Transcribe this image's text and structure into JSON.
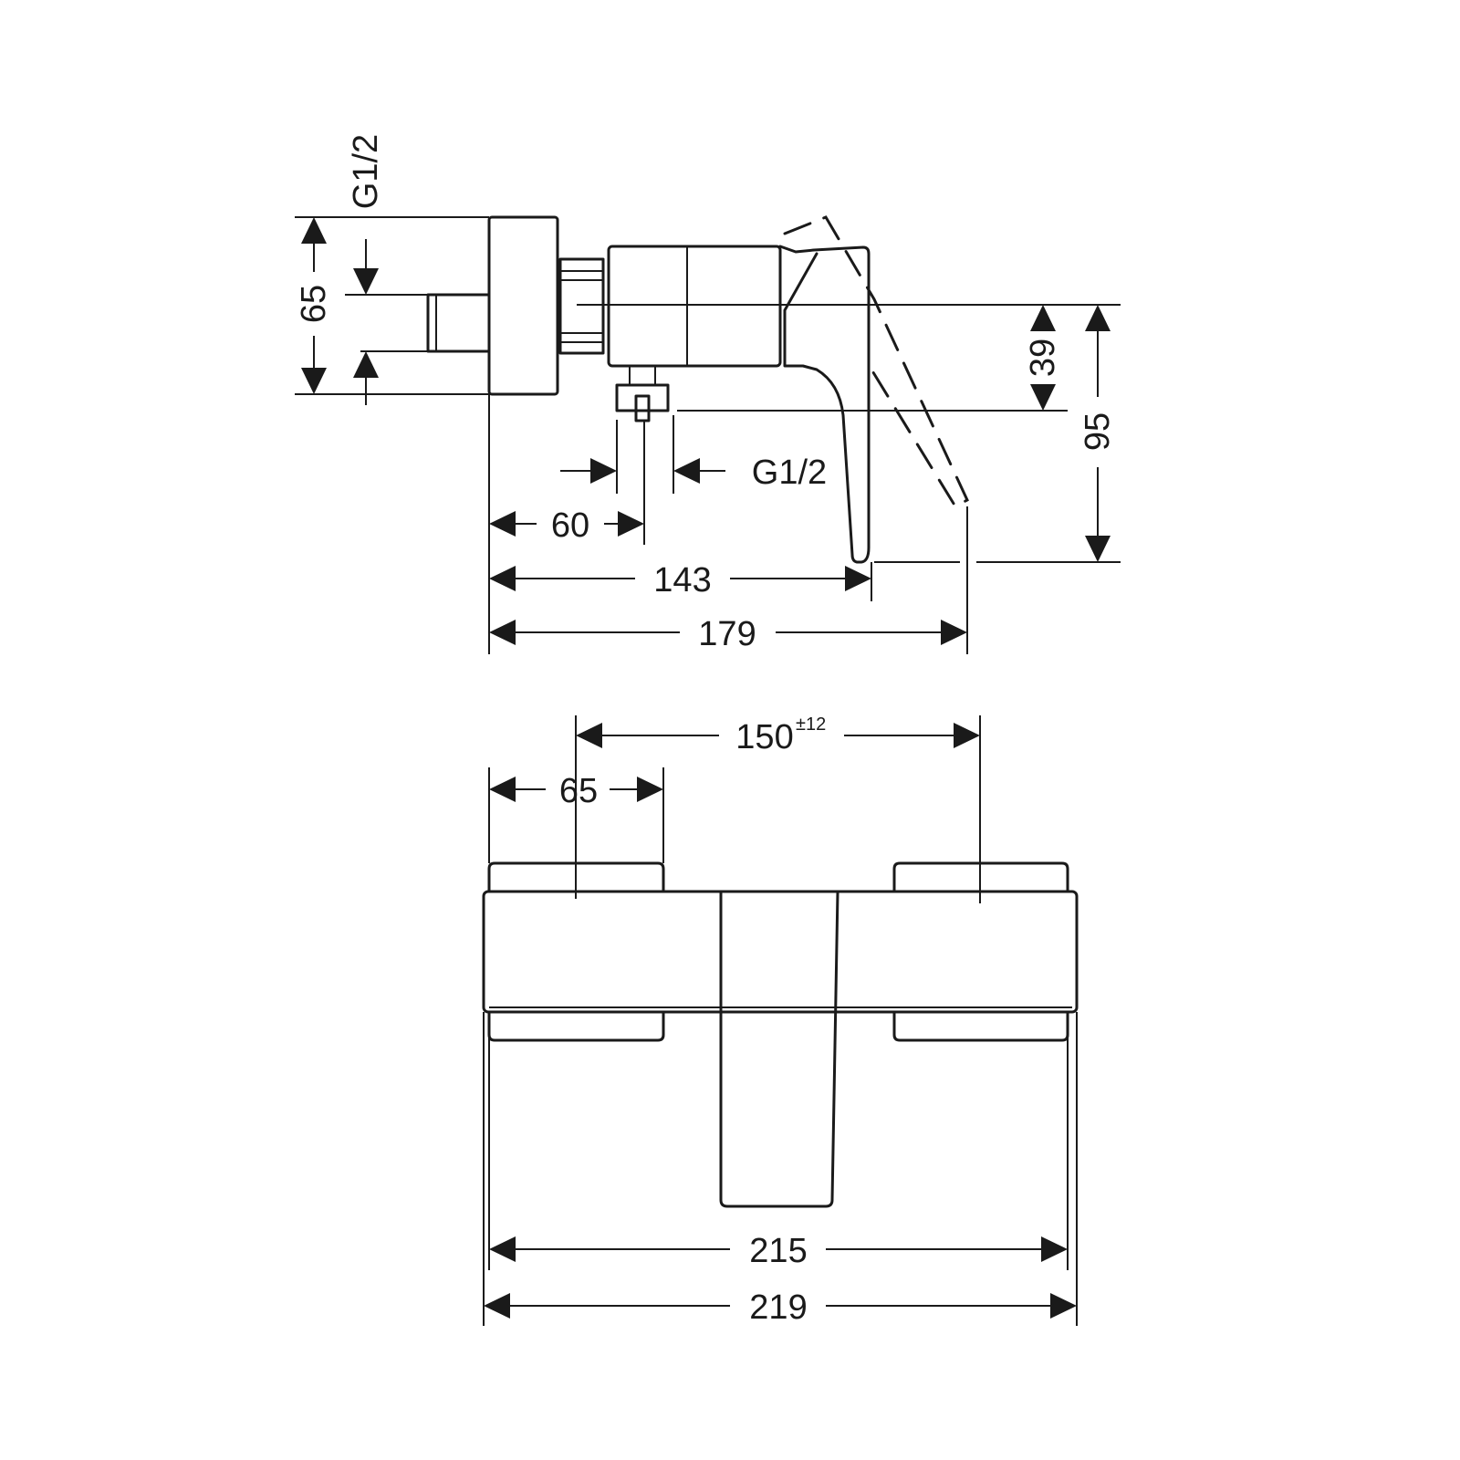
{
  "side_view": {
    "dim_height": "65",
    "dim_thread_top": "G1/2",
    "dim_39": "39",
    "dim_95": "95",
    "dim_thread_bottom": "G1/2",
    "dim_60": "60",
    "dim_143": "143",
    "dim_179": "179"
  },
  "front_view": {
    "dim_spacing": "150",
    "dim_spacing_tolerance": "±12",
    "dim_65": "65",
    "dim_215": "215",
    "dim_219": "219"
  },
  "colors": {
    "line": "#1a1a1a",
    "background": "#ffffff"
  }
}
